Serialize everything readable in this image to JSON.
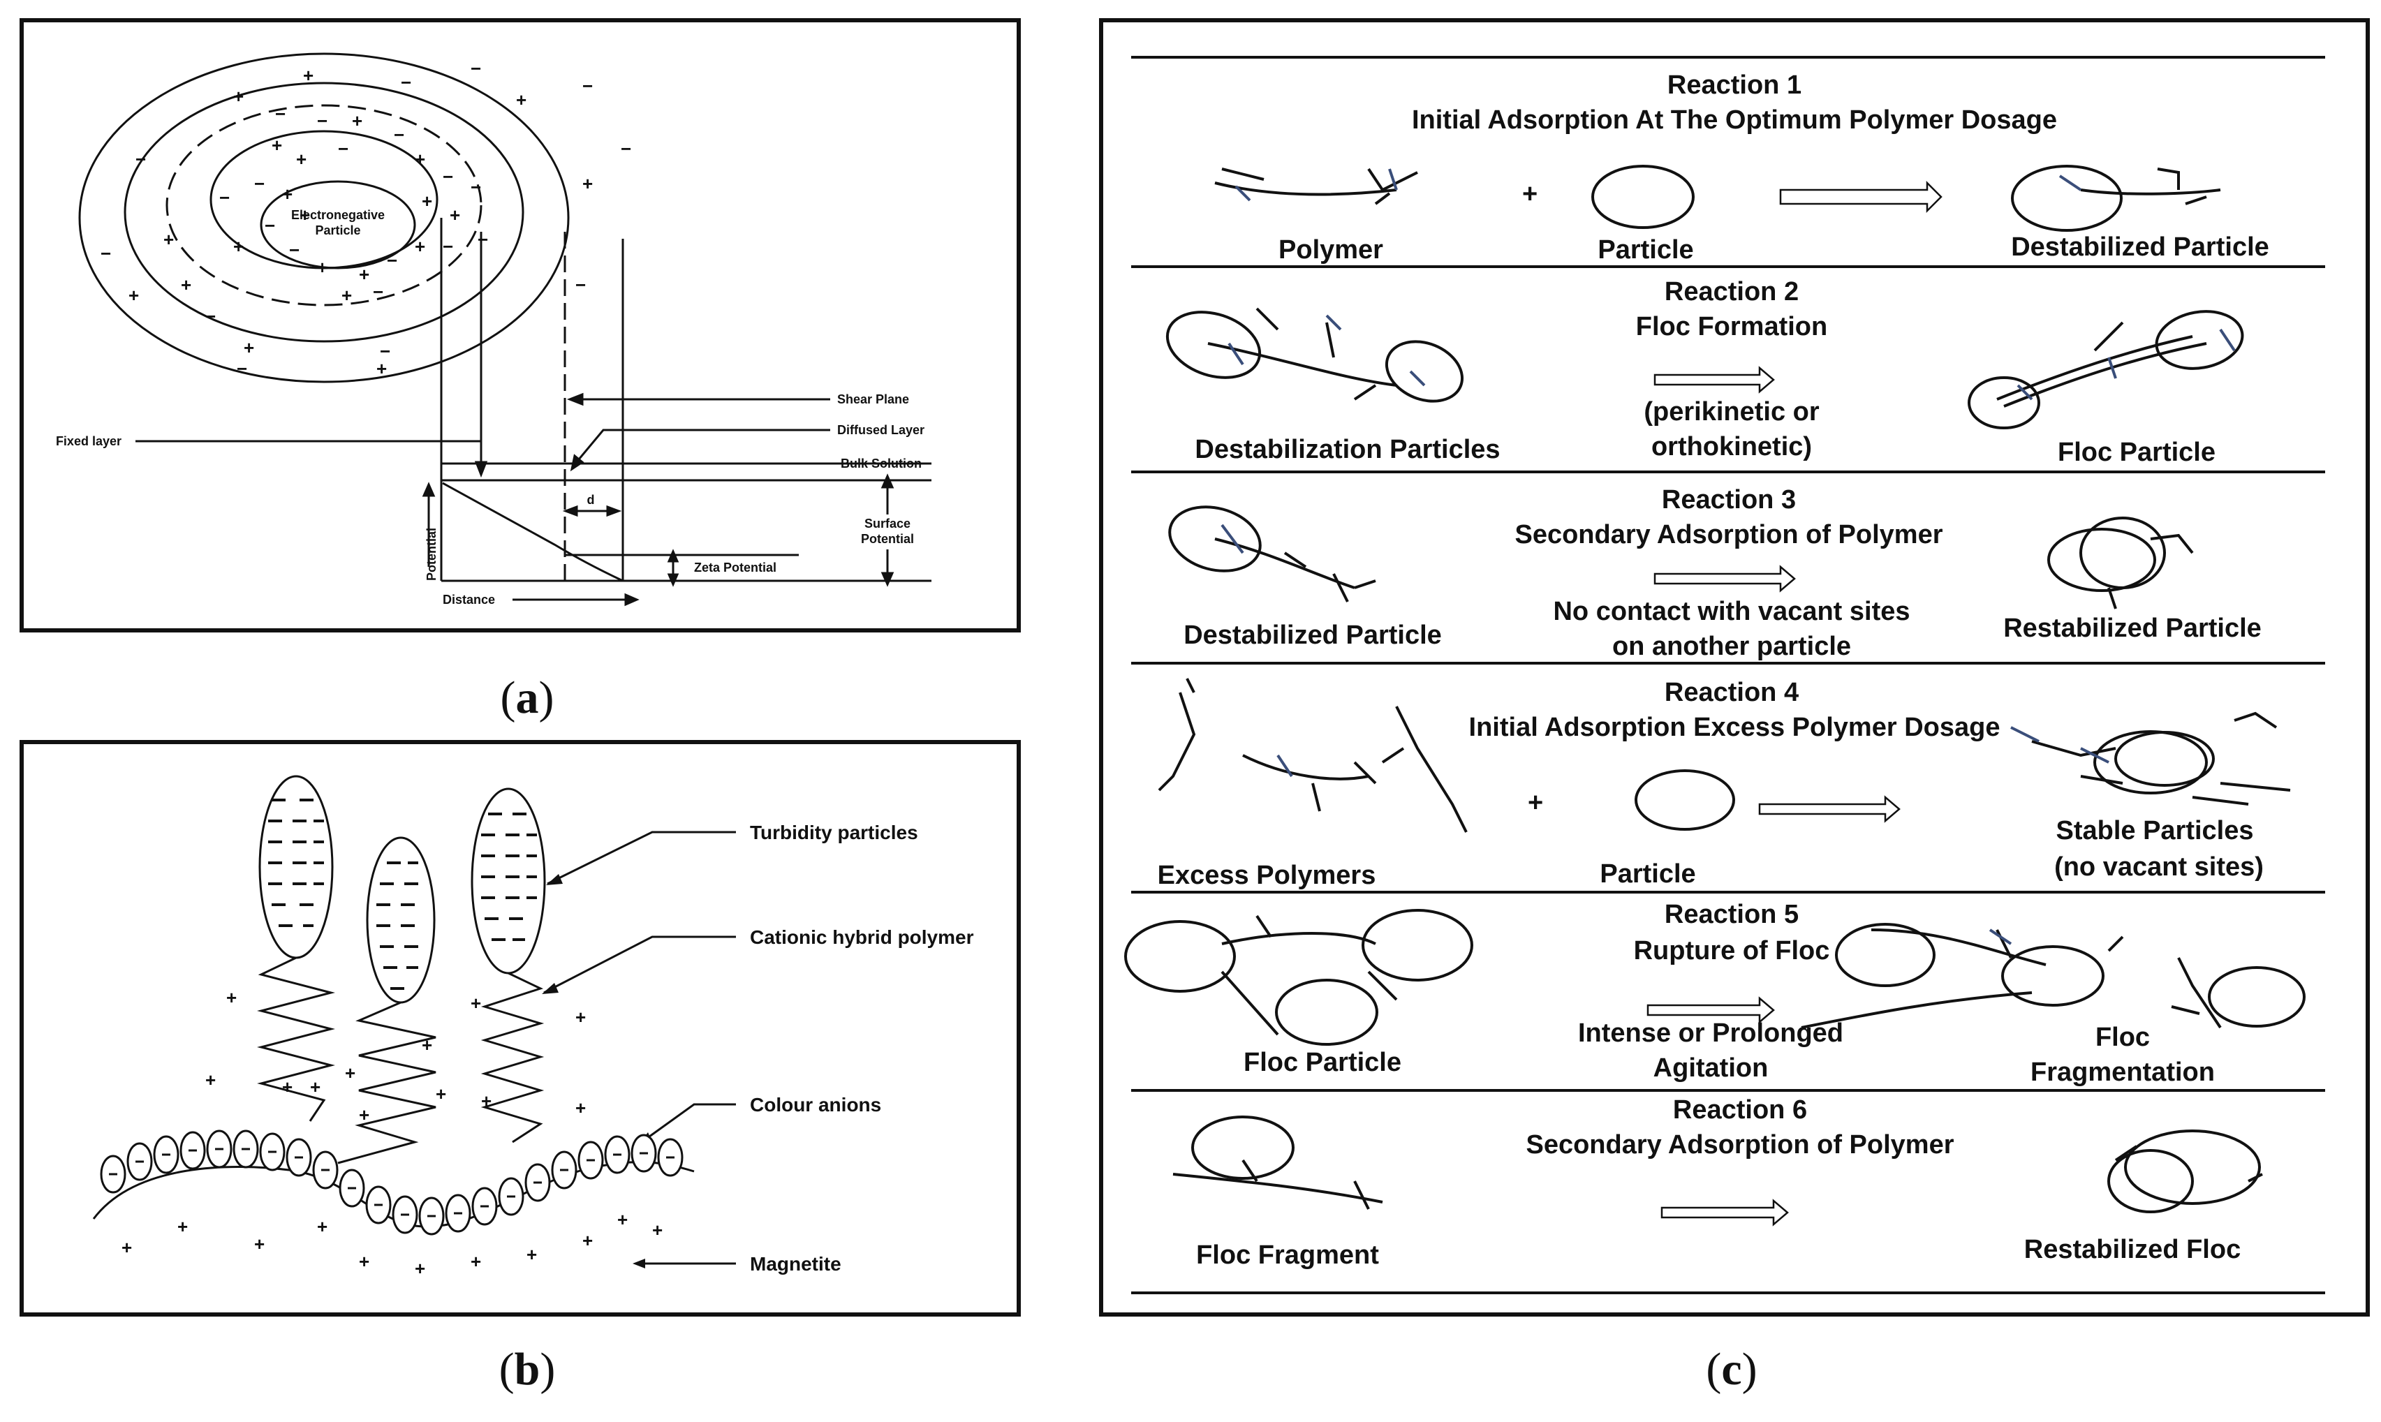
{
  "a": {
    "caption_letter": "a",
    "particle_line1": "Electronegative",
    "particle_line2": "Particle",
    "shear_plane": "Shear Plane",
    "diffused_layer": "Diffused Layer",
    "fixed_layer": "Fixed layer",
    "bulk_solution": "Bulk Solution",
    "surface_potential_1": "Surface",
    "surface_potential_2": "Potential",
    "d_label": "d",
    "zeta_potential": "Zeta Potential",
    "potential_axis": "Potential",
    "distance_axis": "Distance"
  },
  "b": {
    "caption_letter": "b",
    "turbidity": "Turbidity particles",
    "polymer": "Cationic hybrid polymer",
    "anions": "Colour anions",
    "magnetite": "Magnetite"
  },
  "c": {
    "caption_letter": "c",
    "r1": {
      "title": "Reaction 1",
      "subtitle": "Initial Adsorption At The Optimum Polymer Dosage",
      "left": "Polymer",
      "mid": "Particle",
      "right": "Destabilized Particle",
      "plus": "+"
    },
    "r2": {
      "title": "Reaction 2",
      "subtitle": "Floc Formation",
      "note1": "(perikinetic or",
      "note2": "orthokinetic)",
      "left": "Destabilization Particles",
      "right": "Floc Particle"
    },
    "r3": {
      "title": "Reaction 3",
      "subtitle": "Secondary Adsorption of Polymer",
      "note1": "No contact with vacant sites",
      "note2": "on another particle",
      "left": "Destabilized Particle",
      "right": "Restabilized Particle"
    },
    "r4": {
      "title": "Reaction 4",
      "subtitle": "Initial Adsorption Excess Polymer Dosage",
      "left": "Excess Polymers",
      "mid": "Particle",
      "right1": "Stable Particles",
      "right2": "(no vacant sites)",
      "plus": "+"
    },
    "r5": {
      "title": "Reaction 5",
      "subtitle": "Rupture of Floc",
      "note1": "Intense or Prolonged",
      "note2": "Agitation",
      "left": "Floc Particle",
      "right1": "Floc",
      "right2": "Fragmentation"
    },
    "r6": {
      "title": "Reaction 6",
      "subtitle": "Secondary Adsorption of Polymer",
      "left": "Floc Fragment",
      "right": "Restabilized Floc"
    }
  }
}
